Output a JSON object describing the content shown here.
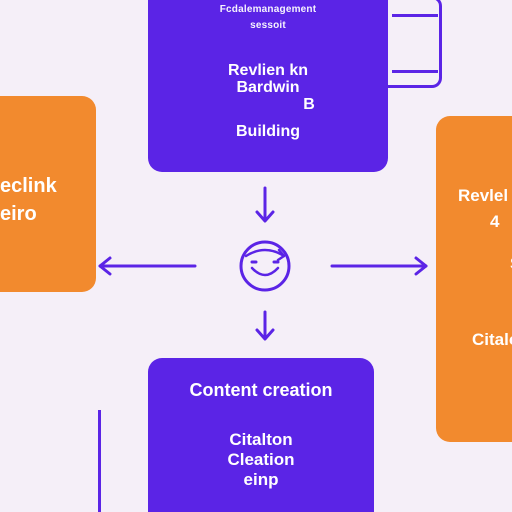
{
  "top_box": {
    "line1": "Fcdalemanagement",
    "line2": "sessoit",
    "line3": "Revlien kn",
    "line4": "Bardwin",
    "line5": "B",
    "line6": "Building"
  },
  "left_box": {
    "line1": "eclink",
    "line2": "eiro"
  },
  "right_box": {
    "line1": "Revlel",
    "line2": "4",
    "line3": "S",
    "line4": "Citalo"
  },
  "bottom_box": {
    "title": "Content creation",
    "line2": "Citalton",
    "line3": "Cleation",
    "line4": "einp"
  },
  "colors": {
    "background": "#f5eff8",
    "purple": "#5b24e6",
    "orange": "#f28a2e",
    "text_on_box": "#ffffff"
  },
  "icons": {
    "center": "cycle-face-icon"
  }
}
